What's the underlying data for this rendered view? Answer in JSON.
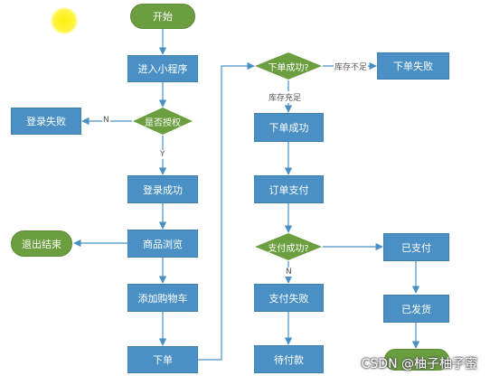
{
  "nodes": {
    "start": "开始",
    "enter_miniprogram": "进入小程序",
    "is_authorized": "是否授权",
    "login_failed": "登录失败",
    "login_success": "登录成功",
    "browse_products": "商品浏览",
    "exit_end": "退出结束",
    "add_to_cart": "添加购物车",
    "place_order": "下单",
    "order_success_q": "下单成功?",
    "order_failed": "下单失败",
    "order_success": "下单成功",
    "order_payment": "订单支付",
    "payment_success_q": "支付成功?",
    "payment_failed": "支付失败",
    "pending_payment": "待付款",
    "paid": "已支付",
    "shipped": "已发货"
  },
  "edge_labels": {
    "no": "N",
    "yes": "Y",
    "stock_insufficient": "库存不足",
    "stock_sufficient": "库存充足",
    "pay_no": "N"
  },
  "watermark": "CSDN @柚子柚子蜜",
  "colors": {
    "process": "#4a90c4",
    "terminal": "#6a9e3f",
    "decision": "#6a9e3f",
    "arrow": "#4a90c4"
  }
}
